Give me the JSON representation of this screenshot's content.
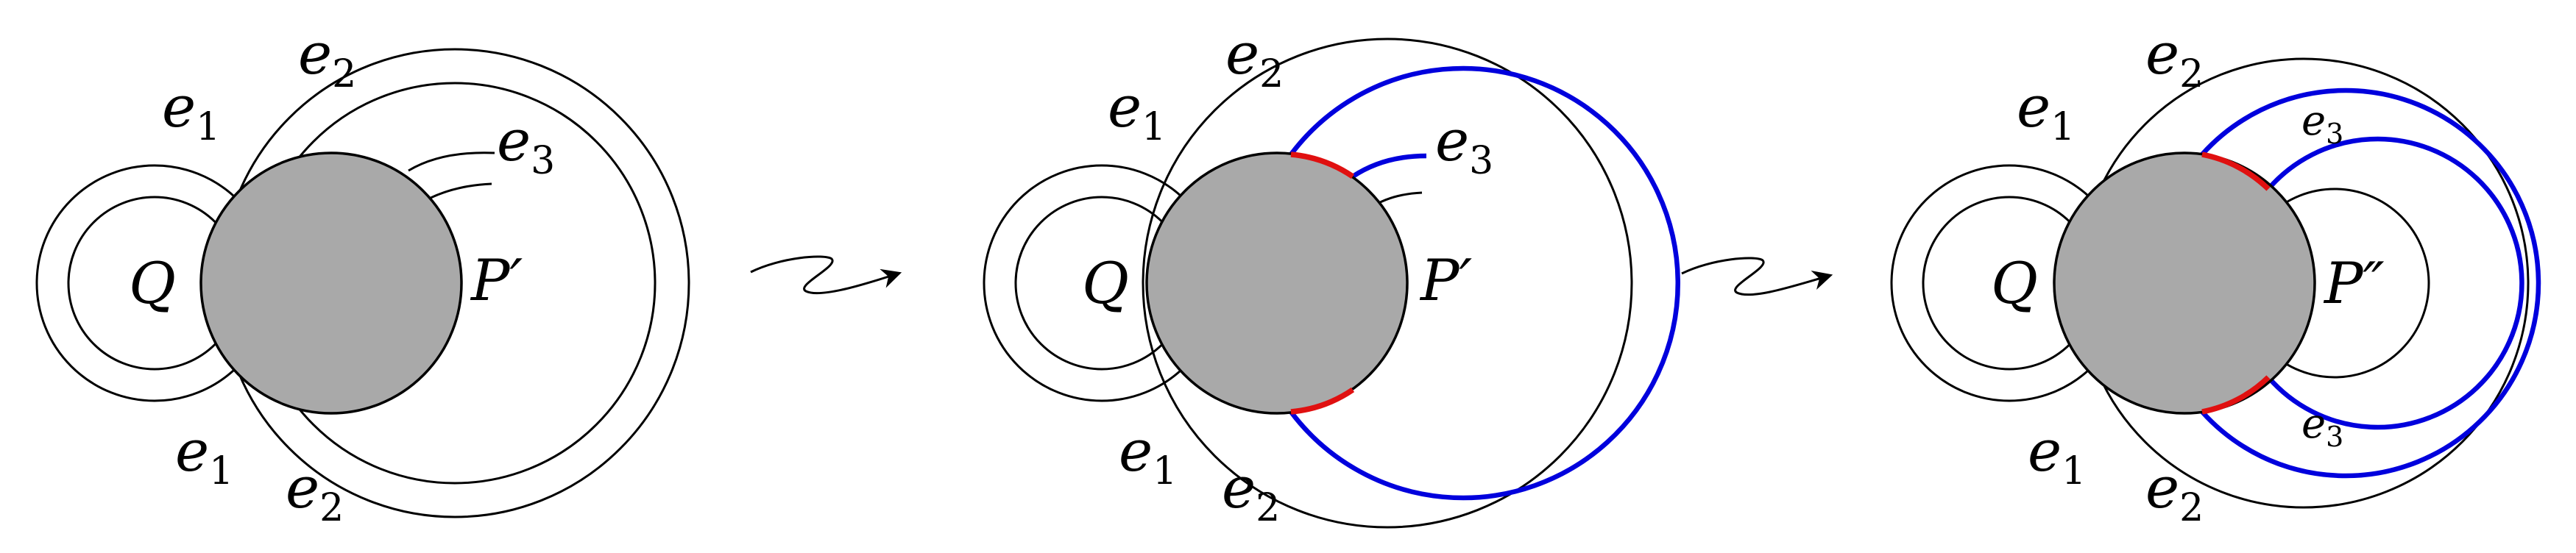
{
  "colors": {
    "disk_fill": "#a9a9a9",
    "highlight_blue": "#0000dd",
    "highlight_red": "#e01010",
    "stroke": "#000000"
  },
  "panels": [
    {
      "id": "panel1",
      "labels": {
        "e1_top": {
          "base": "e",
          "sub": "1"
        },
        "e1_bottom": {
          "base": "e",
          "sub": "1"
        },
        "e2_top": {
          "base": "e",
          "sub": "2"
        },
        "e2_bottom": {
          "base": "e",
          "sub": "2"
        },
        "e3": {
          "base": "e",
          "sub": "3"
        },
        "q": "Q",
        "p": "P′"
      }
    },
    {
      "id": "panel2",
      "labels": {
        "e1_top": {
          "base": "e",
          "sub": "1"
        },
        "e1_bottom": {
          "base": "e",
          "sub": "1"
        },
        "e2_top": {
          "base": "e",
          "sub": "2"
        },
        "e2_bottom": {
          "base": "e",
          "sub": "2"
        },
        "e3": {
          "base": "e",
          "sub": "3"
        },
        "q": "Q",
        "p": "P′"
      }
    },
    {
      "id": "panel3",
      "labels": {
        "e1_top": {
          "base": "e",
          "sub": "1"
        },
        "e1_bottom": {
          "base": "e",
          "sub": "1"
        },
        "e2_top": {
          "base": "e",
          "sub": "2"
        },
        "e2_bottom": {
          "base": "e",
          "sub": "2"
        },
        "e3_top": {
          "base": "e",
          "sub": "3"
        },
        "e3_bottom": {
          "base": "e",
          "sub": "3"
        },
        "q": "Q",
        "p": "P″"
      }
    }
  ],
  "arrows": [
    {
      "id": "arrow1",
      "icon": "squiggle-arrow-icon"
    },
    {
      "id": "arrow2",
      "icon": "squiggle-arrow-icon"
    }
  ]
}
